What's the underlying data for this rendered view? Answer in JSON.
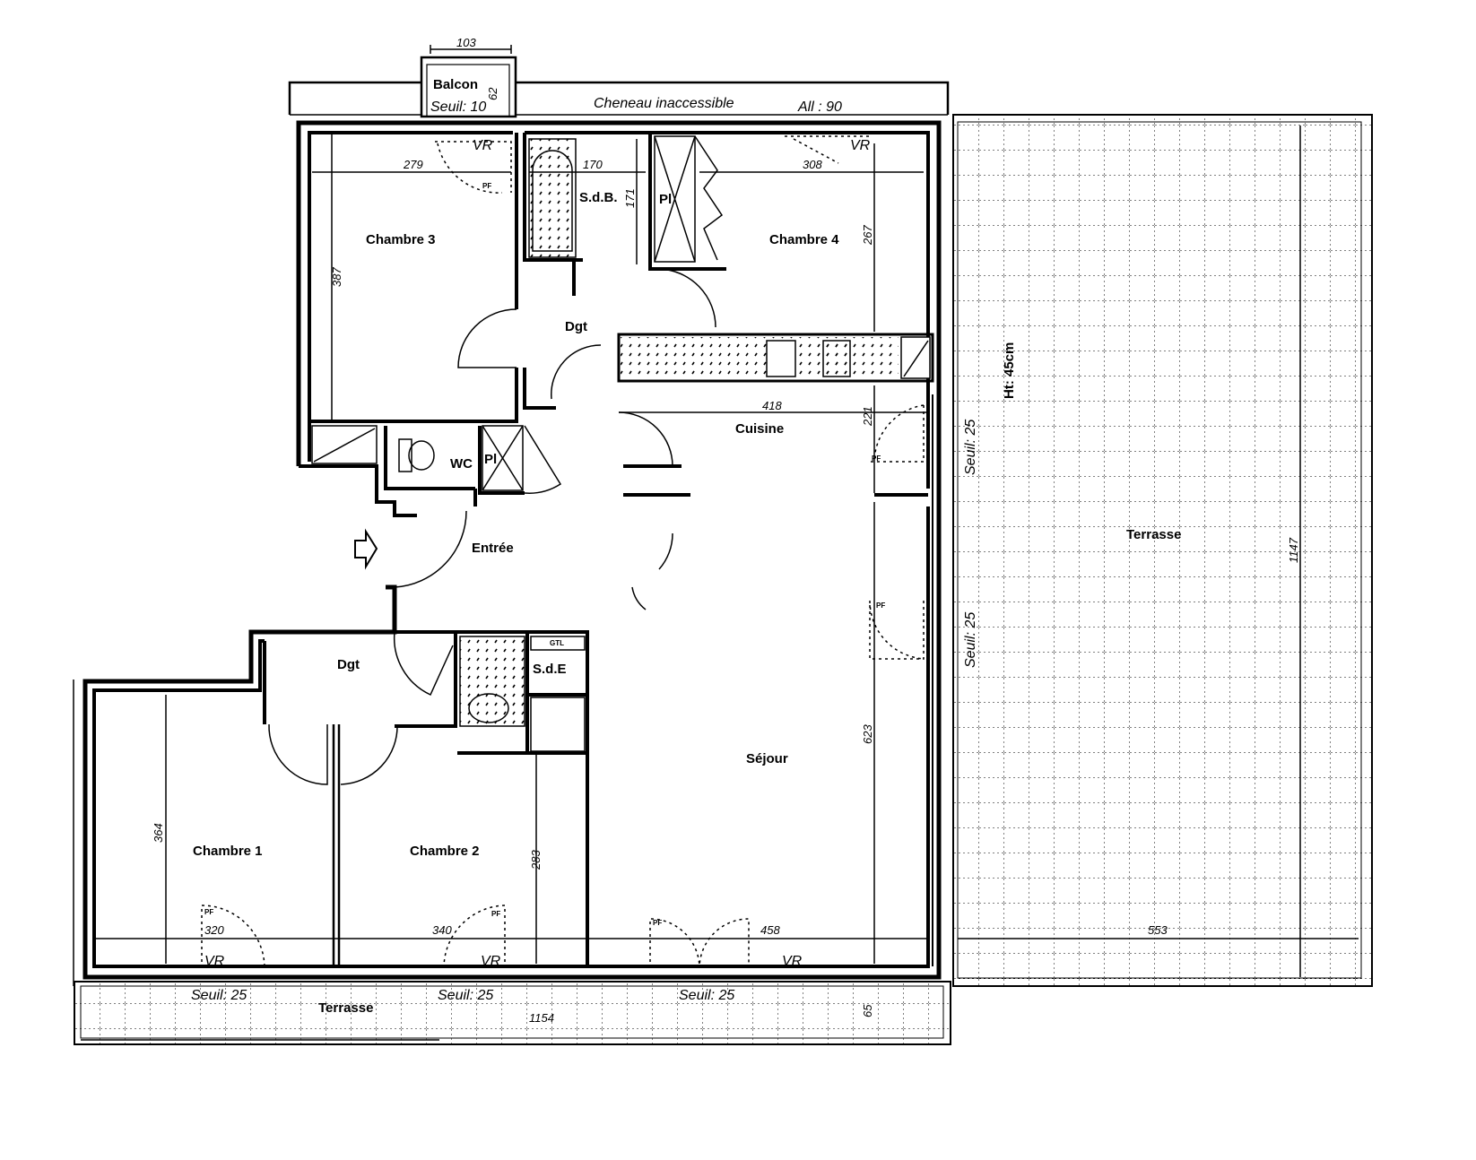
{
  "plan": {
    "rooms": {
      "balcon": "Balcon",
      "chambre3": "Chambre 3",
      "sdb": "S.d.B.",
      "chambre4": "Chambre 4",
      "dgt_top": "Dgt",
      "cuisine": "Cuisine",
      "wc": "WC",
      "entree": "Entrée",
      "dgt_bottom": "Dgt",
      "sde": "S.d.E",
      "sejour": "Séjour",
      "chambre1": "Chambre 1",
      "chambre2": "Chambre 2",
      "terrasse_bottom": "Terrasse",
      "terrasse_right": "Terrasse"
    },
    "notes": {
      "cheneau": "Cheneau   inaccessible",
      "all": "All :  90",
      "seuil_balcon": "Seuil:  10",
      "ht": "Ht: 45cm",
      "seuil_cuisine": "Seuil:  25",
      "seuil_sejour_right": "Seuil:  25",
      "seuil_ch1": "Seuil:  25",
      "seuil_ch2": "Seuil:  25",
      "seuil_sejour": "Seuil:  25",
      "pl_sdb": "Pl",
      "pl_wc": "Pl",
      "gtl": "GTL",
      "vr": "VR",
      "pf": "PF"
    },
    "dimensions": {
      "balcon_width": "103",
      "balcon_depth": "62",
      "ch3_width": "279",
      "ch3_depth": "387",
      "sdb_width": "170",
      "sdb_depth": "171",
      "ch4_width": "308",
      "ch4_depth": "267",
      "cuisine_width": "418",
      "cuisine_depth": "221",
      "sejour_depth": "623",
      "ch1_depth": "364",
      "ch1_width": "320",
      "ch2_width": "340",
      "ch2_depth": "283",
      "sejour_width": "458",
      "terrasse_bottom_width": "1154",
      "terrasse_bottom_depth": "65",
      "terrasse_right_width": "553",
      "terrasse_right_depth": "1147"
    }
  }
}
